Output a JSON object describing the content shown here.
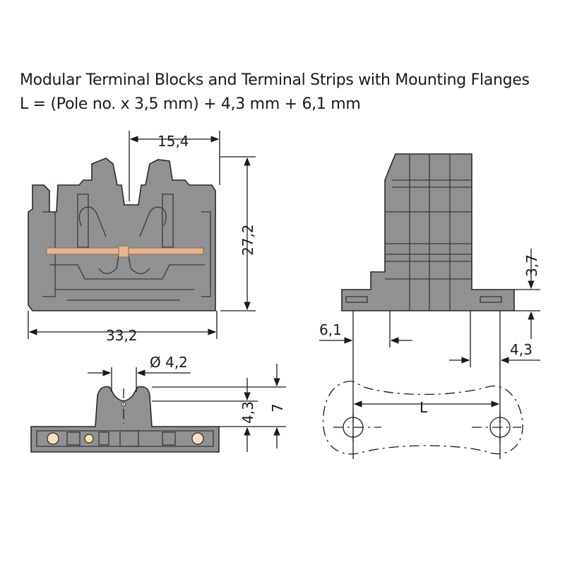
{
  "title": {
    "line1": "Modular Terminal Blocks and Terminal Strips with Mounting Flanges",
    "line2": "L = (Pole no. x 3,5 mm) + 4,3 mm + 6,1 mm"
  },
  "dimensions": {
    "width_top": "15,4",
    "height_front": "27,2",
    "width_front": "33,2",
    "hole_diameter": "Ø 4,2",
    "height_flange": "4,3",
    "height_bottom": "7",
    "height_side": "3,7",
    "offset_left": "6,1",
    "offset_right": "4,3",
    "length": "L"
  },
  "colors": {
    "housing": "#8f9193",
    "housing_dark": "#7c7e80",
    "push_button": "#e8b48e",
    "lines": "#1a1a1a"
  }
}
